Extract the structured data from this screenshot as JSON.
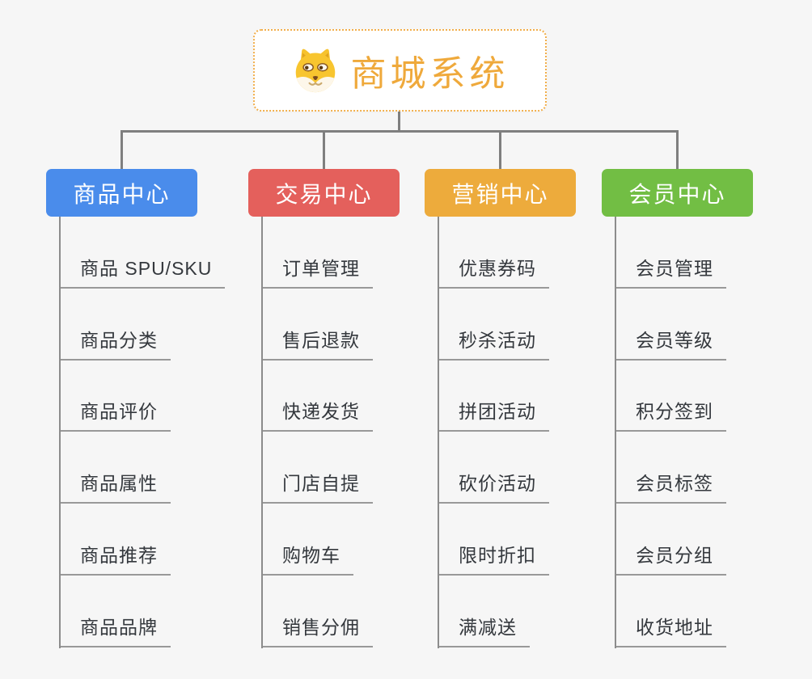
{
  "canvas": {
    "background": "#f6f6f6",
    "connector_color": "#7f7f7f",
    "underline_color": "#999999",
    "leaf_text_color": "#34383d"
  },
  "root": {
    "title": "商城系统",
    "icon": "dog-face-icon",
    "text_color": "#efa93b",
    "border_color": "#f1ae4b"
  },
  "branches": [
    {
      "label": "商品中心",
      "color": "#4a8ceb",
      "items": [
        "商品 SPU/SKU",
        "商品分类",
        "商品评价",
        "商品属性",
        "商品推荐",
        "商品品牌"
      ]
    },
    {
      "label": "交易中心",
      "color": "#e4605c",
      "items": [
        "订单管理",
        "售后退款",
        "快递发货",
        "门店自提",
        "购物车",
        "销售分佣"
      ]
    },
    {
      "label": "营销中心",
      "color": "#edab3c",
      "items": [
        "优惠券码",
        "秒杀活动",
        "拼团活动",
        "砍价活动",
        "限时折扣",
        "满减送"
      ]
    },
    {
      "label": "会员中心",
      "color": "#72be44",
      "items": [
        "会员管理",
        "会员等级",
        "积分签到",
        "会员标签",
        "会员分组",
        "收货地址"
      ]
    }
  ]
}
